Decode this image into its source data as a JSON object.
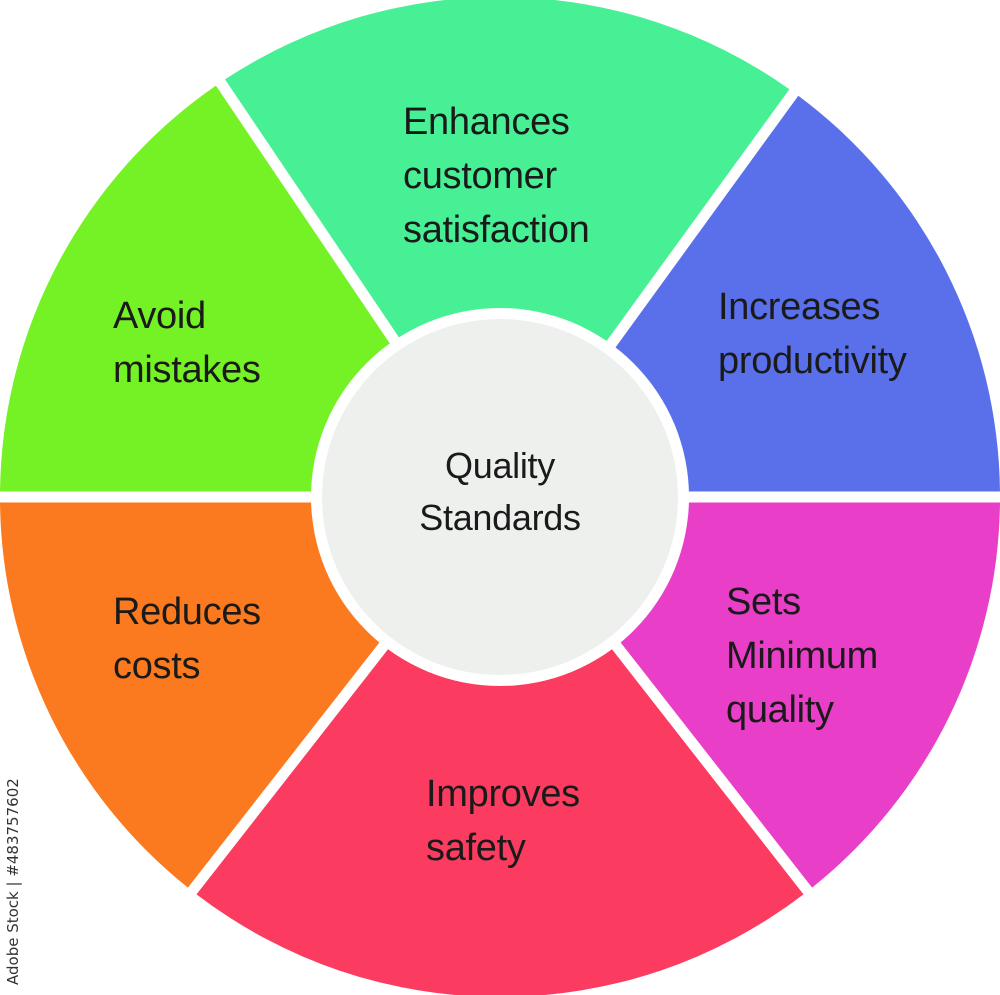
{
  "center": {
    "label_lines": [
      "Quality",
      "Standards"
    ],
    "color": "#eef0ee"
  },
  "segments": [
    {
      "id": "top",
      "lines": [
        "Enhances",
        "customer",
        "satisfaction"
      ],
      "color": "#47ef95"
    },
    {
      "id": "upper-right",
      "lines": [
        "Increases",
        "productivity"
      ],
      "color": "#5a70ea"
    },
    {
      "id": "lower-right",
      "lines": [
        "Sets",
        "Minimum",
        "quality"
      ],
      "color": "#e83ec8"
    },
    {
      "id": "bottom",
      "lines": [
        "Improves",
        "safety"
      ],
      "color": "#fb3c60"
    },
    {
      "id": "lower-left",
      "lines": [
        "Reduces",
        "costs"
      ],
      "color": "#fb7a1f"
    },
    {
      "id": "upper-left",
      "lines": [
        "Avoid",
        "mistakes"
      ],
      "color": "#75f226"
    }
  ],
  "watermark": {
    "stock_id": "Adobe Stock | #483757602"
  }
}
